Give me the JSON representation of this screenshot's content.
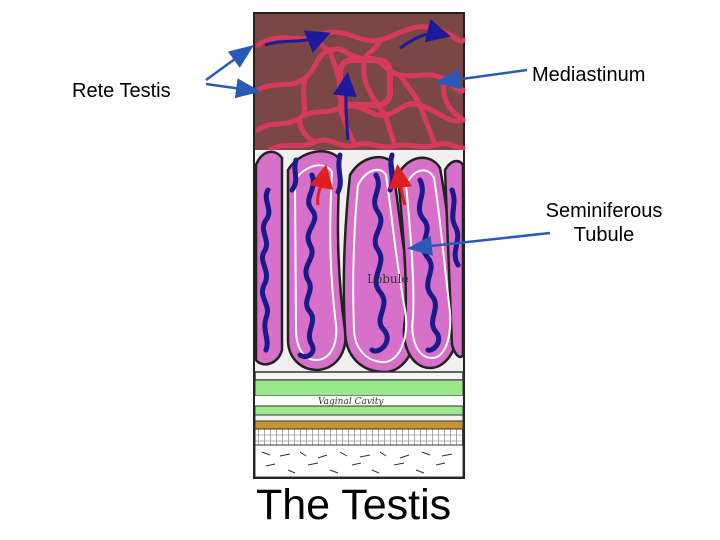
{
  "labels": {
    "rete_testis": "Rete Testis",
    "mediastinum": "Mediastinum",
    "seminiferous_line1": "Seminiferous",
    "seminiferous_line2": "Tubule"
  },
  "diagram_text": {
    "lobule": "Lobule",
    "vaginal_cavity": "Vaginal Cavity"
  },
  "caption": "The Testis",
  "colors": {
    "mediastinum_fill": "#7a4746",
    "rete_vessels": "#d63a5a",
    "tubule_fill": "#d670c8",
    "tubule_lumen": "#1a1a8a",
    "arrow_blue": "#2a5ab8",
    "vaginal_green": "#9ae88a",
    "tunica_gold": "#c89432"
  }
}
